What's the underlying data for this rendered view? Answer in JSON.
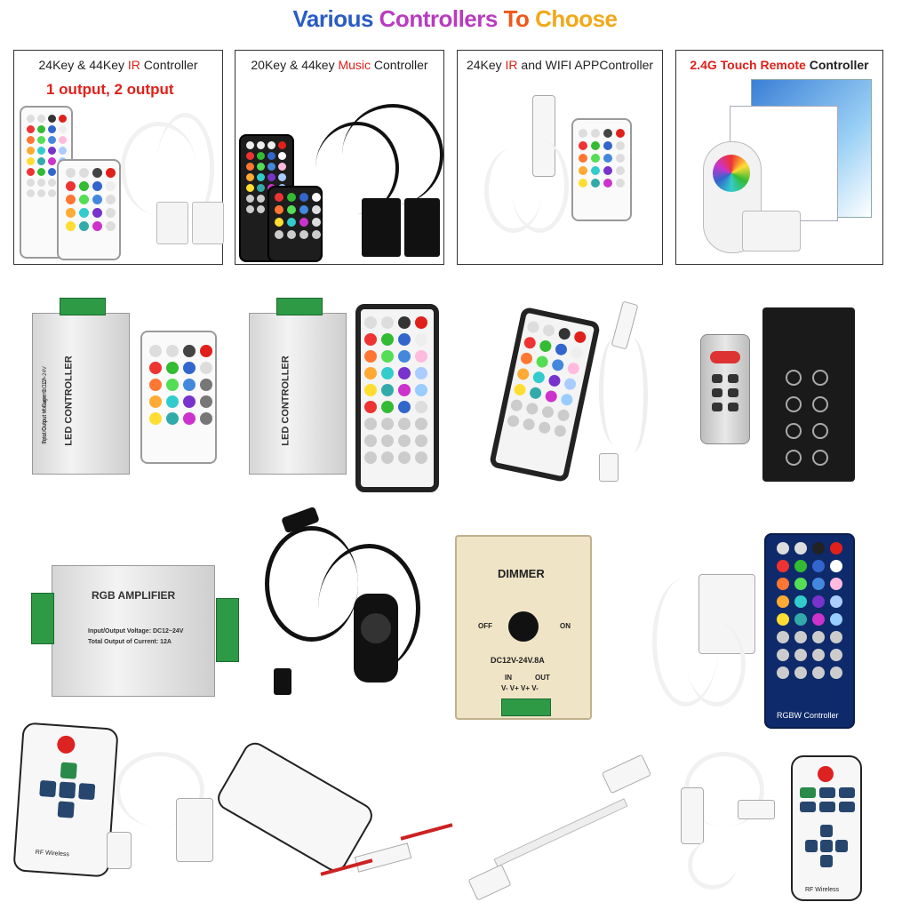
{
  "title": {
    "words": [
      {
        "text": "Various",
        "color": "#2a5cc4"
      },
      {
        "text": "Controllers",
        "color": "#b83cc0"
      },
      {
        "text": "To",
        "color": "#f0571a"
      },
      {
        "text": "Choose",
        "color": "#f2a81a"
      }
    ]
  },
  "panels": [
    {
      "pre": "24Key & 44Key ",
      "hl": "IR",
      "post": " Controller",
      "sub": "1 output,   2 output"
    },
    {
      "pre": "20Key & 44key ",
      "hl": "Music",
      "post": " Controller"
    },
    {
      "pre": "24Key ",
      "hl": "IR",
      "post": " and WIFI APPController"
    },
    {
      "hl": "2.4G Touch Remote",
      "post": "  Controller"
    }
  ],
  "products": {
    "led_controller_label": "LED CONTROLLER",
    "led_controller_spec_1": "Input/Output Voltage: DC12~24V",
    "led_controller_spec_2": "Total Output of Current: 12A",
    "amplifier_title": "RGB AMPLIFIER",
    "amplifier_spec_1": "Input/Output Voltage: DC12~24V",
    "amplifier_spec_2": "Total Output of Current: 12A",
    "dimmer_title": "DIMMER",
    "dimmer_off": "OFF",
    "dimmer_on": "ON",
    "dimmer_spec": "DC12V-24V.8A",
    "dimmer_in": "IN",
    "dimmer_out": "OUT",
    "dimmer_terms": "V- V+ V+ V-",
    "rgbw_label": "RGBW  Controller",
    "rf_wireless": "RF Wireless"
  },
  "colors": {
    "accent_red": "#e0201a",
    "terminal_green": "#2e9a46"
  }
}
